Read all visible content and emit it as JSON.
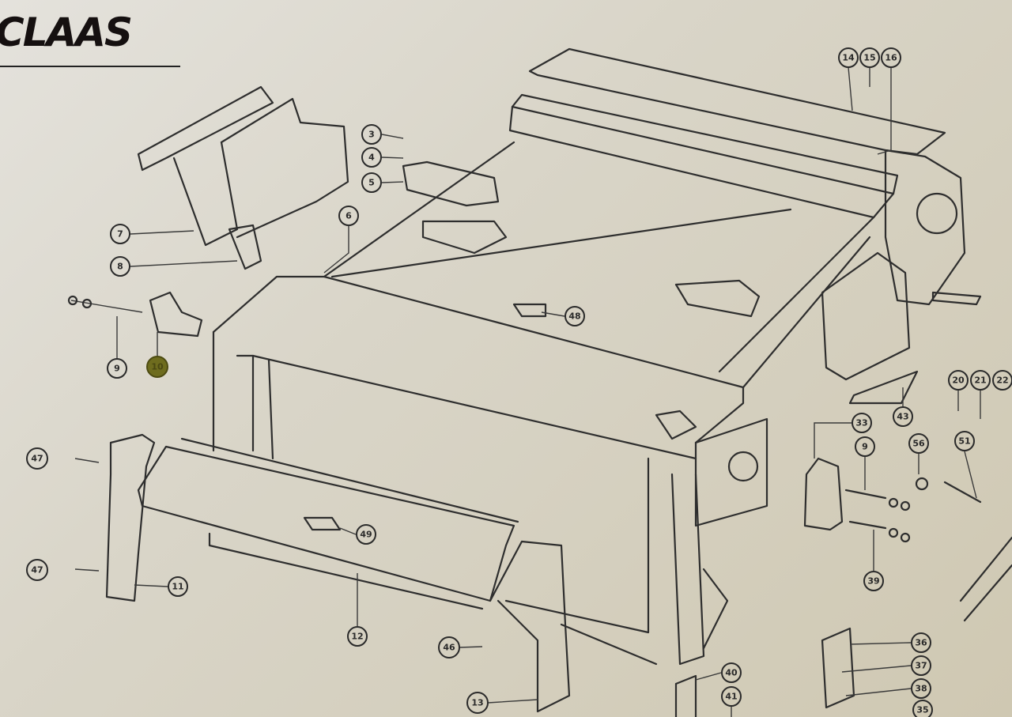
{
  "brand": {
    "logo_text": "CLAAS"
  },
  "callouts": [
    {
      "label": "14"
    },
    {
      "label": "15"
    },
    {
      "label": "16"
    },
    {
      "label": "3"
    },
    {
      "label": "4"
    },
    {
      "label": "5"
    },
    {
      "label": "6"
    },
    {
      "label": "7"
    },
    {
      "label": "8"
    },
    {
      "label": "9"
    },
    {
      "label": "10"
    },
    {
      "label": "48"
    },
    {
      "label": "47"
    },
    {
      "label": "47"
    },
    {
      "label": "11"
    },
    {
      "label": "12"
    },
    {
      "label": "49"
    },
    {
      "label": "46"
    },
    {
      "label": "13"
    },
    {
      "label": "40"
    },
    {
      "label": "41"
    },
    {
      "label": "33"
    },
    {
      "label": "9"
    },
    {
      "label": "43"
    },
    {
      "label": "56"
    },
    {
      "label": "20"
    },
    {
      "label": "21"
    },
    {
      "label": "22"
    },
    {
      "label": "51"
    },
    {
      "label": "39"
    },
    {
      "label": "36"
    },
    {
      "label": "37"
    },
    {
      "label": "38"
    },
    {
      "label": "35"
    }
  ],
  "colors": {
    "highlight": "#6e6c1e",
    "line": "#2e2e2e"
  }
}
